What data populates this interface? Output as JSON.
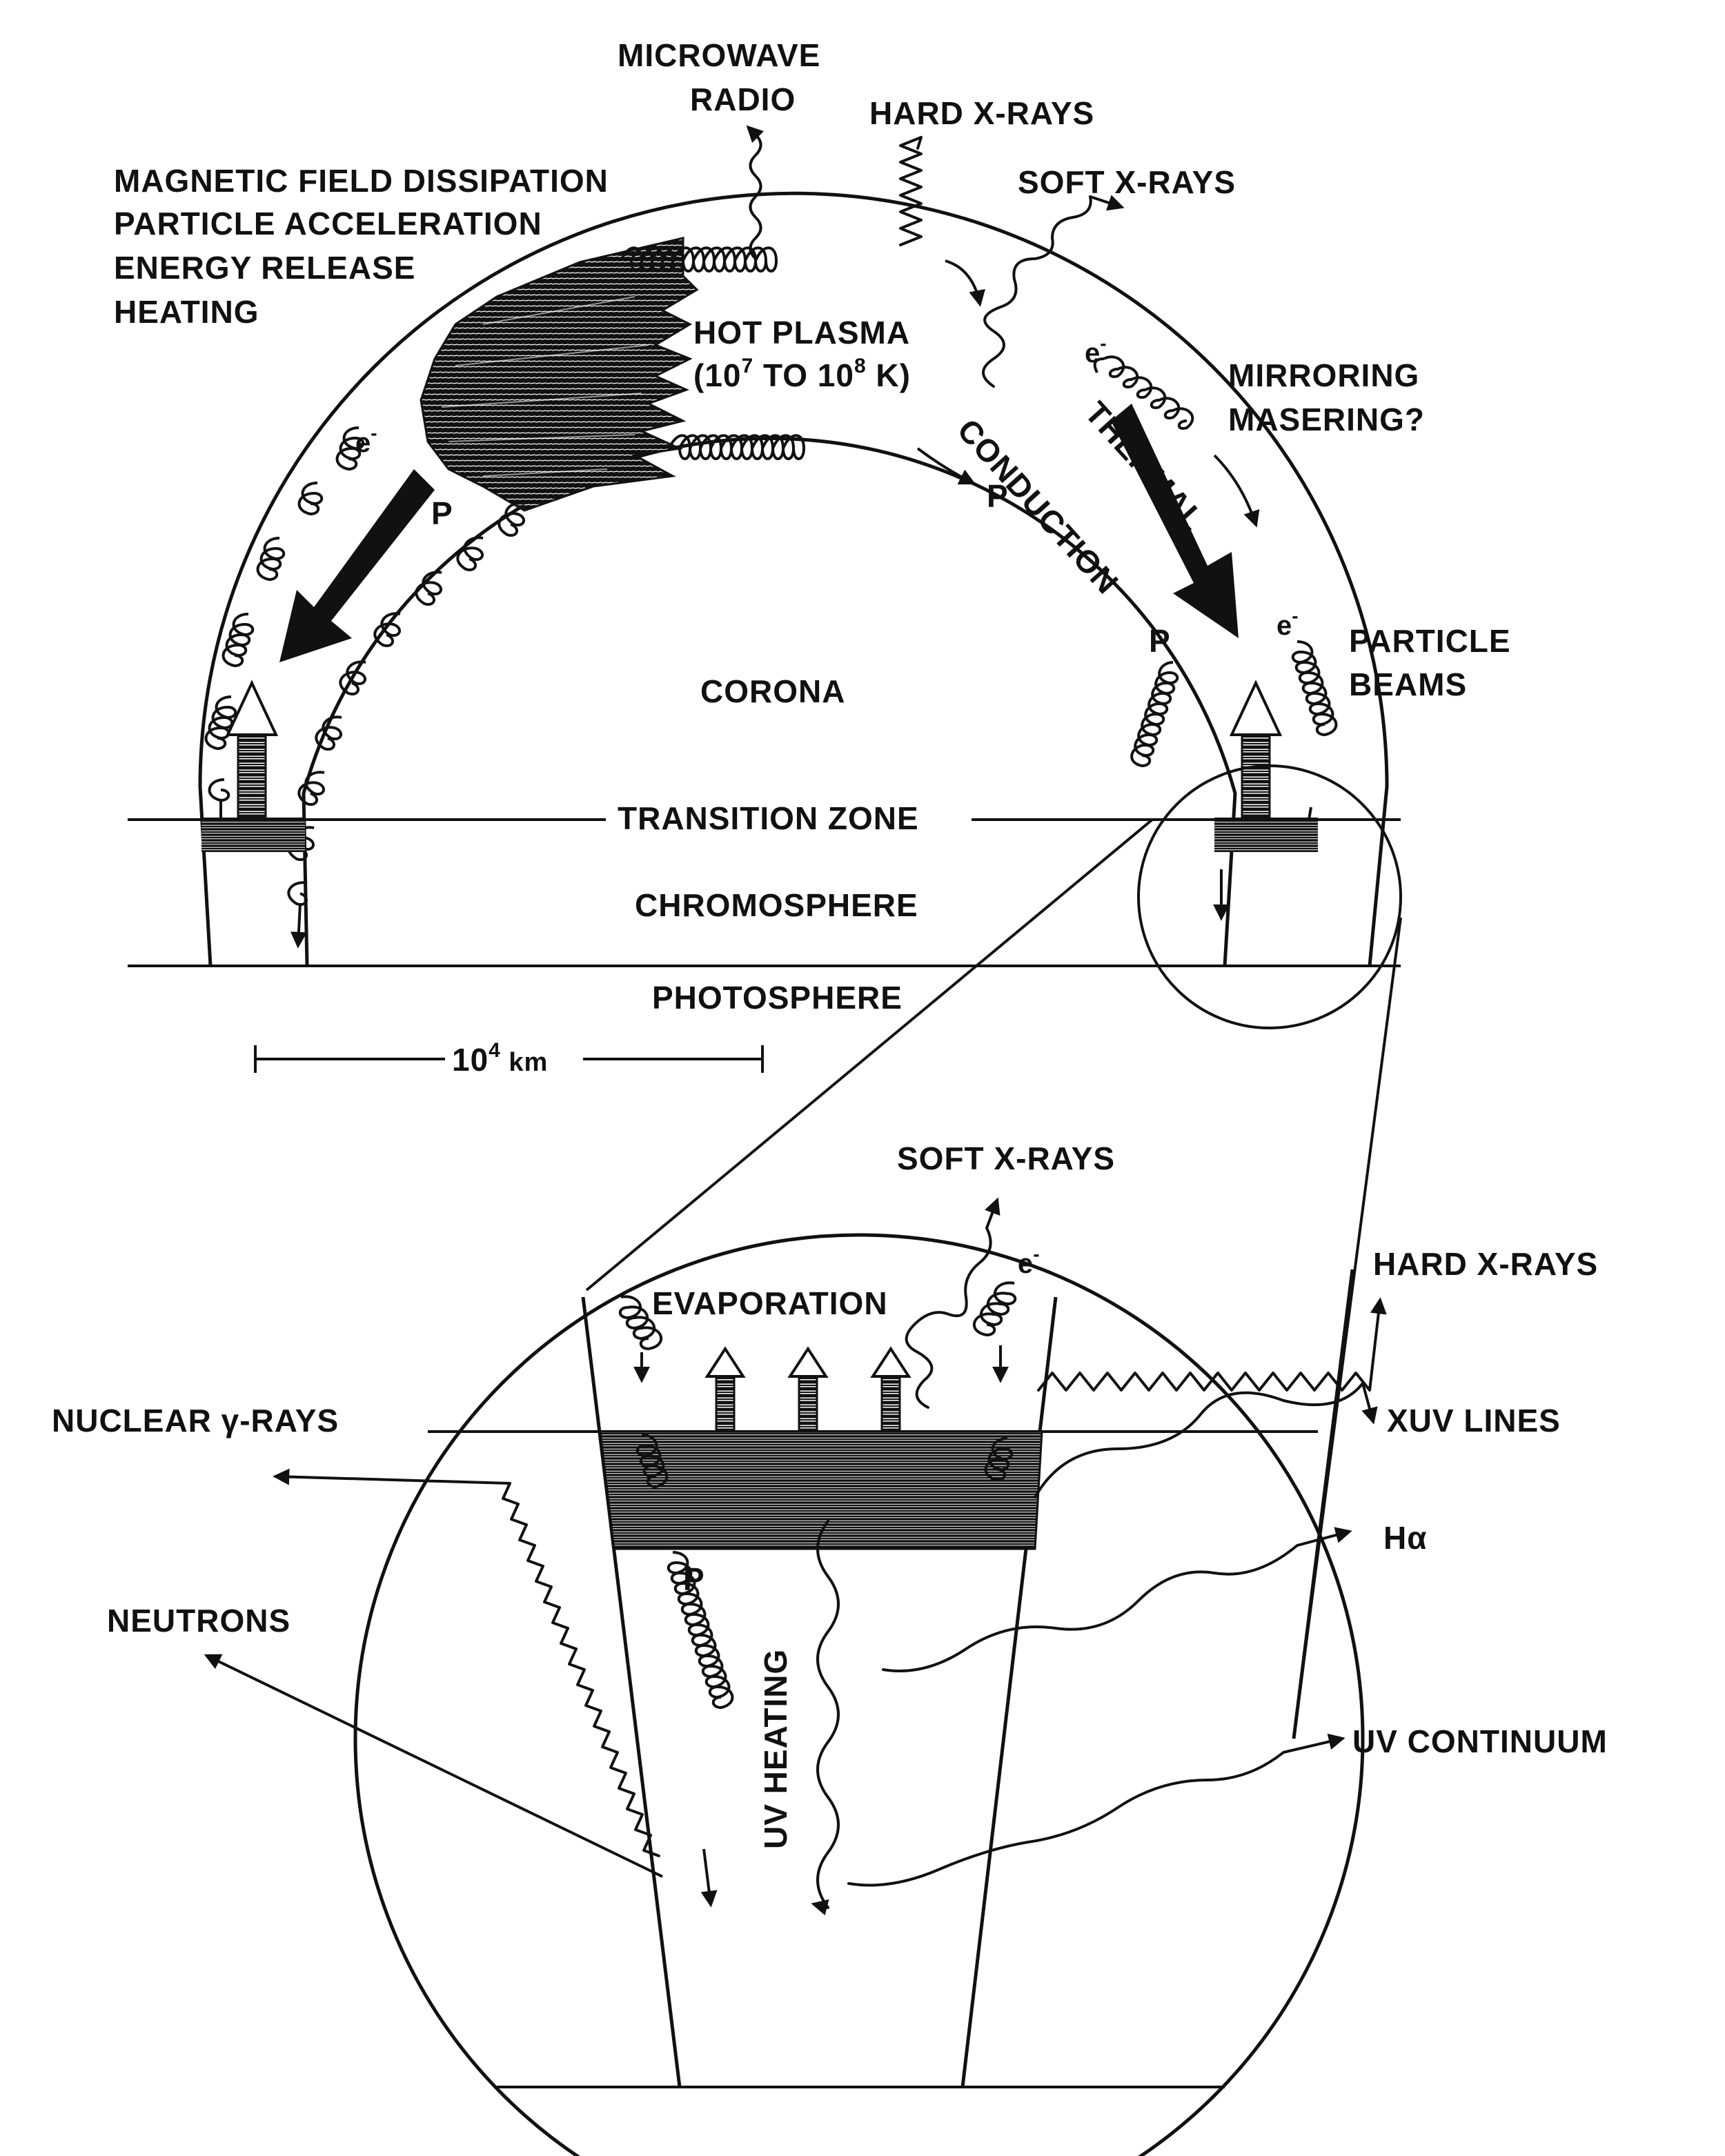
{
  "labels": {
    "microwave_line1": "MICROWAVE",
    "microwave_line2": "RADIO",
    "hard_xrays_top": "HARD X-RAYS",
    "soft_xrays_top": "SOFT X-RAYS",
    "mag_field": "MAGNETIC FIELD DISSIPATION",
    "particle_accel": "PARTICLE ACCELERATION",
    "energy_release": "ENERGY RELEASE",
    "heating": "HEATING",
    "hot_plasma": "HOT PLASMA",
    "hot_plasma_temp_open": "(10",
    "hot_plasma_temp_exp1": "7",
    "hot_plasma_temp_mid": " TO 10",
    "hot_plasma_temp_exp2": "8",
    "hot_plasma_temp_close": " K)",
    "electron": "e",
    "electron_sup": "-",
    "proton": "P",
    "mirroring": "MIRRORING",
    "masering": "MASERING?",
    "thermal": "THERMAL",
    "conduction": "CONDUCTION",
    "particle": "PARTICLE",
    "beams": "BEAMS",
    "corona": "CORONA",
    "transition_zone": "TRANSITION ZONE",
    "chromosphere": "CHROMOSPHERE",
    "photosphere": "PHOTOSPHERE",
    "scale_base": "10",
    "scale_exp": "4",
    "scale_unit": " km",
    "soft_xrays_zoom": "SOFT X-RAYS",
    "evaporation": "EVAPORATION",
    "hard_xrays_zoom": "HARD X-RAYS",
    "nuclear_gamma": "NUCLEAR γ-RAYS",
    "xuv_lines": "XUV LINES",
    "h_alpha": "Hα",
    "neutrons": "NEUTRONS",
    "uv_heating": "UV HEATING",
    "uv_continuum": "UV CONTINUUM"
  },
  "colors": {
    "ink": "#111111",
    "background": "#ffffff"
  }
}
